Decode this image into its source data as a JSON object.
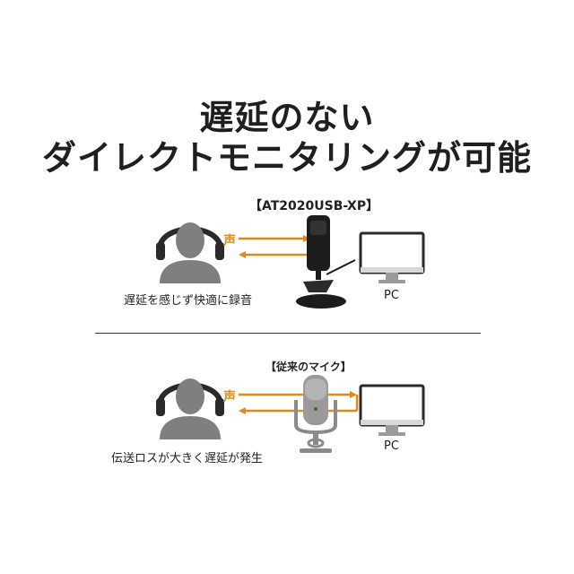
{
  "title": {
    "line1": "遅延のない",
    "line2": "ダイレクトモニタリングが可能"
  },
  "top_section": {
    "product_label": "【AT2020USB-XP】",
    "voice_label": "声",
    "caption": "遅延を感じず快適に録音",
    "pc_label": "PC"
  },
  "bottom_section": {
    "product_label": "【従来のマイク】",
    "voice_label": "声",
    "caption": "伝送ロスが大きく遅延が発生",
    "pc_label": "PC"
  },
  "colors": {
    "arrow": "#e08a1e",
    "person": "#7f7f7f",
    "headphone": "#2a2a2a",
    "mic_dark": "#1c1c1c",
    "mic_silver": "#9a9a9a"
  },
  "icons": [
    "person-headphones-icon",
    "usb-microphone-icon",
    "condenser-microphone-icon",
    "monitor-icon"
  ]
}
